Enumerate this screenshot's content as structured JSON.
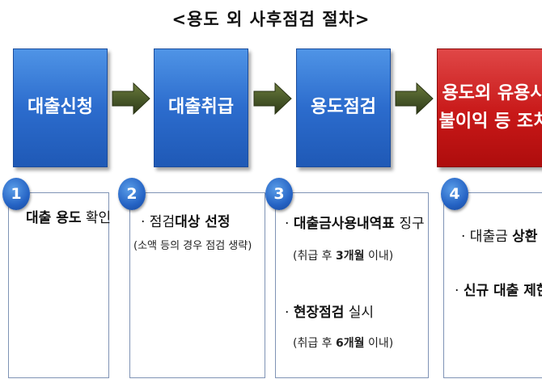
{
  "title": "<용도 외 사후점검 절차>",
  "steps": [
    {
      "label": "대출신청"
    },
    {
      "label": "대출취급"
    },
    {
      "label": "용도점검"
    },
    {
      "label_line1": "용도외 유용시",
      "label_line2": "불이익 등 조치"
    }
  ],
  "details": [
    {
      "number": "1",
      "bold": "대출 용도",
      "rest": " 확인"
    },
    {
      "number": "2",
      "prefix": "· 점검",
      "bold": "대상 선정",
      "note": "(소액 등의 경우 점검 생략)"
    },
    {
      "number": "3",
      "item1_prefix": "· ",
      "item1_bold": "대출금사용내역표",
      "item1_rest": " 징구",
      "item1_note_pre": "(취급 후 ",
      "item1_note_bold": "3개월",
      "item1_note_post": " 이내)",
      "item2_prefix": "· ",
      "item2_bold": "현장점검",
      "item2_rest": " 실시",
      "item2_note_pre": "(취급 후 ",
      "item2_note_bold": "6개월",
      "item2_note_post": " 이내)"
    },
    {
      "number": "4",
      "item1_prefix": "· 대출금 ",
      "item1_bold": "상환",
      "item2_prefix": "· ",
      "item2_bold": "신규 대출 제한"
    }
  ],
  "colors": {
    "step_blue": "#2c6ccd",
    "step_red": "#c81818",
    "arrow": "#4a5a2a",
    "border": "#7f93b5"
  }
}
